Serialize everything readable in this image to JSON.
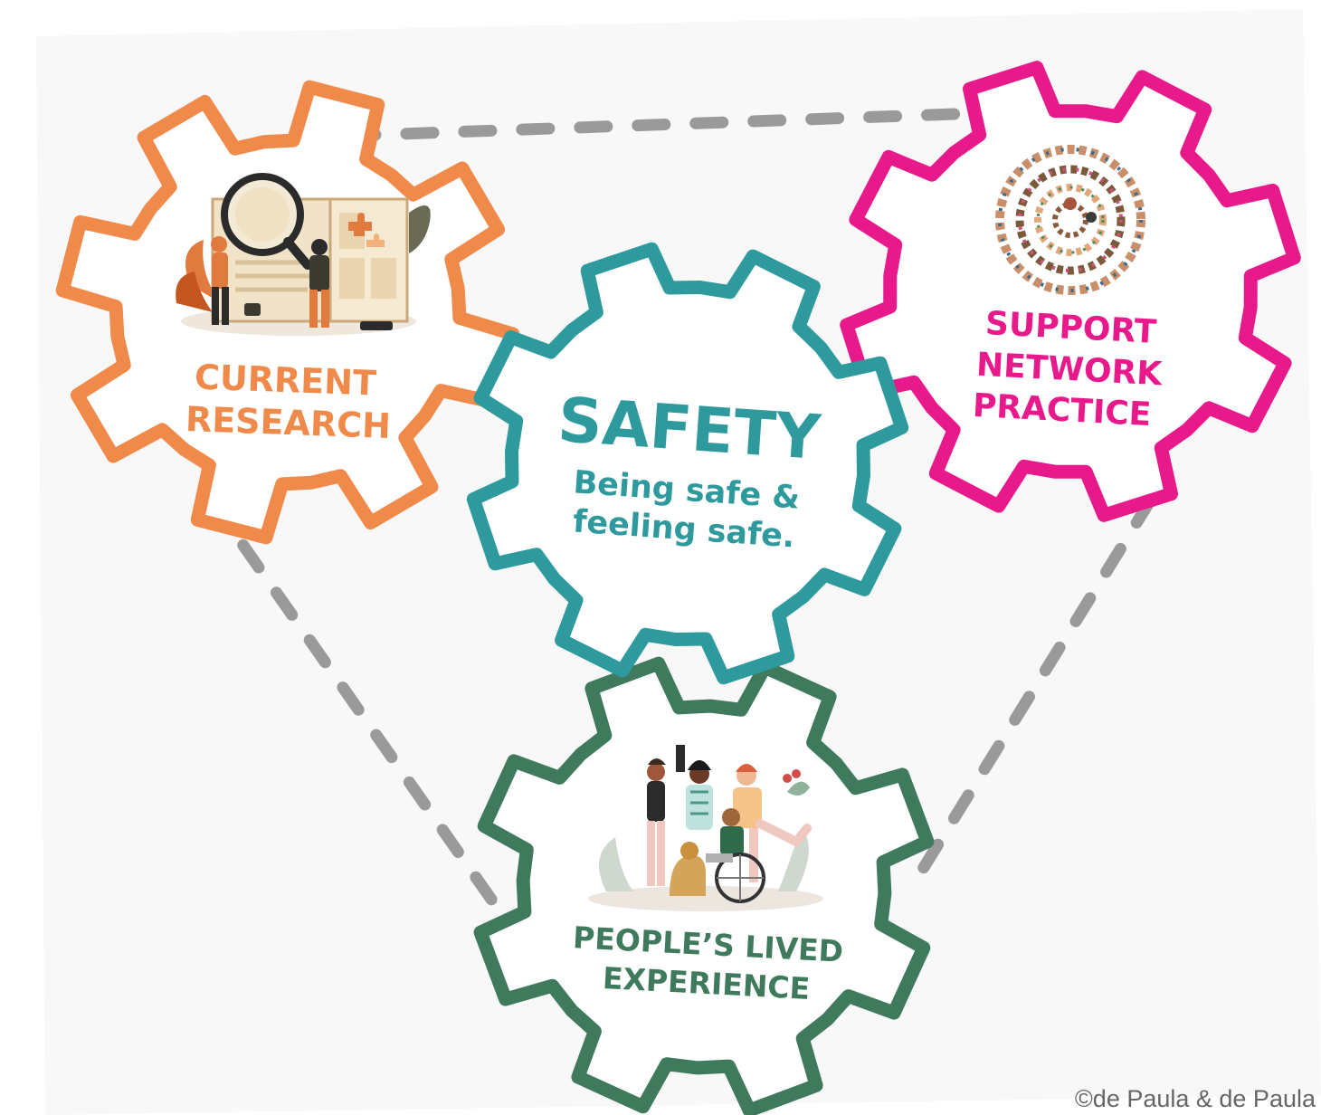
{
  "colors": {
    "background": "#ffffff",
    "page_tint": "#f8f8f8",
    "dash": "#9a9a9a",
    "research": "#f08a4b",
    "safety": "#2e9a9e",
    "support": "#e8198b",
    "lived": "#3f7a5c"
  },
  "gears": {
    "research": {
      "line1": "CURRENT",
      "line2": "RESEARCH",
      "icon": "magnifier-research-illustration"
    },
    "safety": {
      "title": "SAFETY",
      "line1": "Being safe &",
      "line2": "feeling safe."
    },
    "support": {
      "line1": "SUPPORT",
      "line2": "NETWORK",
      "line3": "PRACTICE",
      "icon": "people-circle-illustration"
    },
    "lived": {
      "line1": "PEOPLE’S LIVED",
      "line2": "EXPERIENCE",
      "icon": "diverse-people-group-illustration"
    }
  },
  "copyright": "©de Paula & de Paula"
}
